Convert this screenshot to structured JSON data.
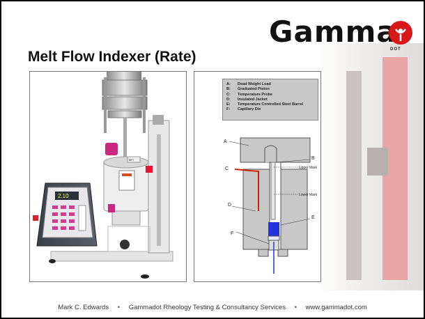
{
  "logo": {
    "wordmark": "Gamma",
    "sub": "DOT",
    "symbol": "γ"
  },
  "title": "Melt Flow Indexer (Rate)",
  "device": {
    "display_value": "2.10",
    "badge": "MFI"
  },
  "legend": [
    {
      "key": "A:",
      "label": "Dead Weight Load"
    },
    {
      "key": "B:",
      "label": "Graduated Piston"
    },
    {
      "key": "C:",
      "label": "Temperature Probe"
    },
    {
      "key": "D:",
      "label": "Insulated Jacket"
    },
    {
      "key": "E:",
      "label": "Temperature Controlled Steel Barrel"
    },
    {
      "key": "F:",
      "label": "Capillary Die"
    }
  ],
  "diagram_labels": {
    "a": "A",
    "b": "B",
    "c": "C",
    "d": "D",
    "e": "E",
    "f": "F",
    "upper_mark": "Upper Mark",
    "lower_mark": "Lower Mark"
  },
  "footer": {
    "author": "Mark C. Edwards",
    "company": "Gammadot Rheology Testing & Consultancy Services",
    "website": "www.gammadot.com",
    "separator": "•"
  },
  "colors": {
    "brand_red": "#d81818",
    "piston_blue": "#2233dd",
    "probe_red": "#cc2200"
  }
}
